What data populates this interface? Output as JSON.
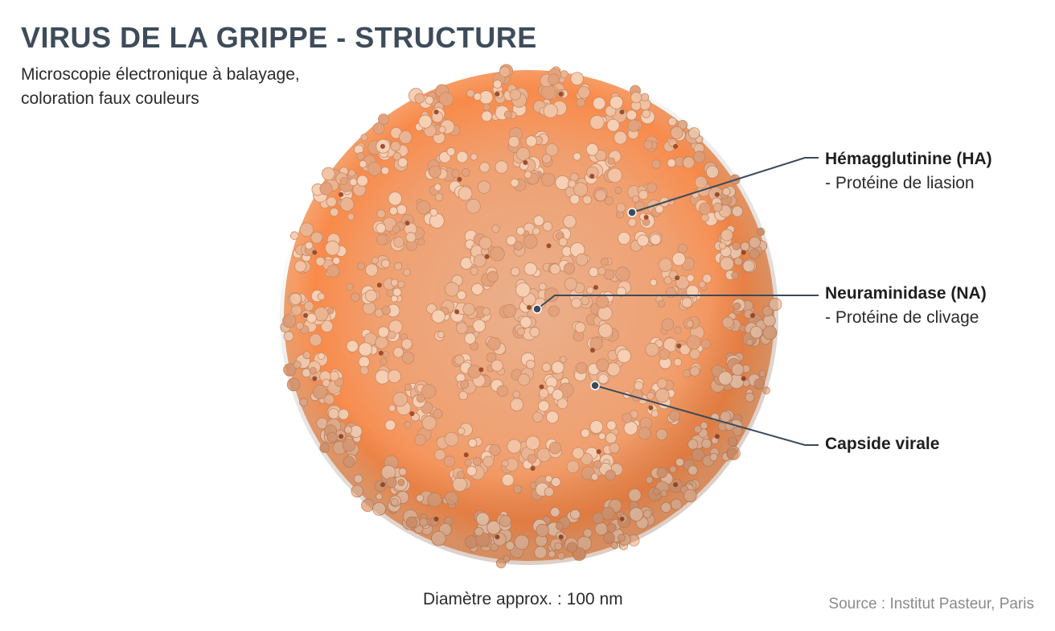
{
  "header": {
    "title": "VIRUS DE LA GRIPPE - STRUCTURE",
    "subtitle_line1": "Microscopie électronique à balayage,",
    "subtitle_line2": "coloration faux couleurs"
  },
  "labels": [
    {
      "name": "Hémagglutinine (HA)",
      "desc": "- Protéine de liasion"
    },
    {
      "name": "Neuraminidase (NA)",
      "desc": "- Protéine de clivage"
    },
    {
      "name": "Capside virale"
    }
  ],
  "footer": {
    "caption": "Diamètre approx. : 100 nm",
    "source": "Source : Institut Pasteur, Paris"
  },
  "colors": {
    "title": "#3e4c5a",
    "virus_base": "#f5a673",
    "virus_glow": "#f98a4a",
    "spike": "#f2c3a4",
    "leader": "#3b4a5c"
  }
}
